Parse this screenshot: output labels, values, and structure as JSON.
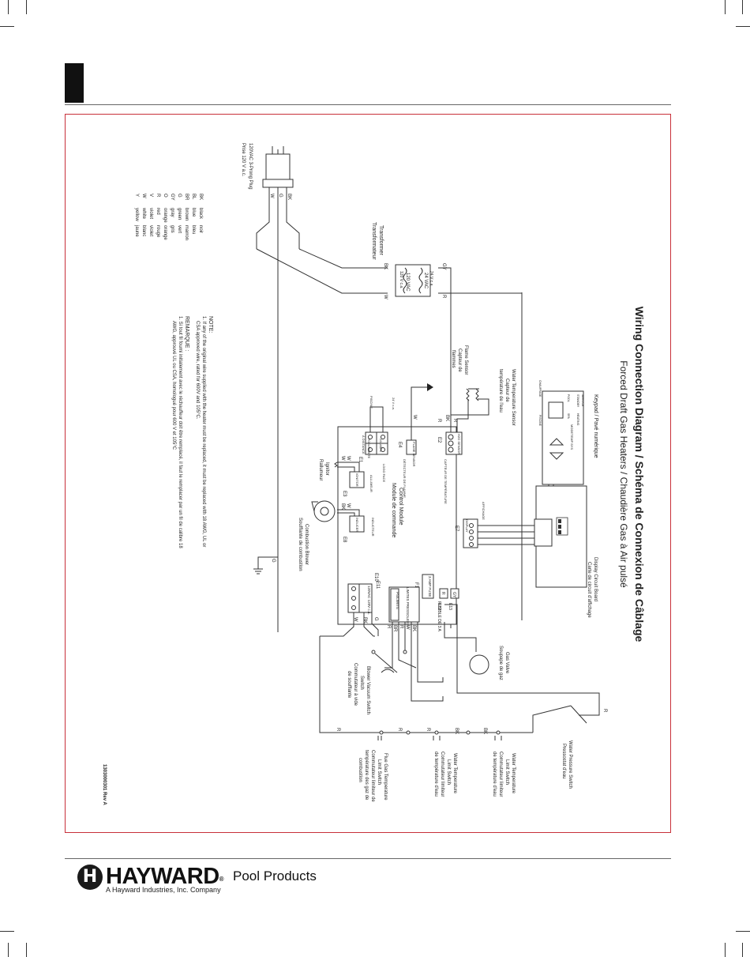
{
  "title": "Wiring Connection Diagram / Schéma de Connexion de Câblage",
  "subtitle": "Forced Draft Gas Heaters / Chaudière Gas à Air pulsé",
  "plug": {
    "label": "120VAC 3-Prong Plug",
    "label_fr": "Prise 120 V a.c.",
    "pins": [
      "BK",
      "G",
      "W"
    ]
  },
  "transformer": {
    "label": "Transformer",
    "label_fr": "Transformateur",
    "secondary": "24 VAC",
    "secondary_fr": "24 V c.a.",
    "primary": "120 VAC",
    "primary_fr": "120 V c.a.",
    "top_wires": [
      "GY",
      "R"
    ],
    "bottom_wires": [
      "BK",
      "W"
    ]
  },
  "color_legend": [
    {
      "code": "BK",
      "en": "black",
      "fr": "noir"
    },
    {
      "code": "BL",
      "en": "blue",
      "fr": "bleu"
    },
    {
      "code": "BR",
      "en": "brown",
      "fr": "marron"
    },
    {
      "code": "G",
      "en": "green",
      "fr": "vert"
    },
    {
      "code": "GY",
      "en": "gray",
      "fr": "gris"
    },
    {
      "code": "O",
      "en": "orange",
      "fr": "orange"
    },
    {
      "code": "R",
      "en": "red",
      "fr": "rouge"
    },
    {
      "code": "V",
      "en": "violet",
      "fr": "violet"
    },
    {
      "code": "W",
      "en": "white",
      "fr": "blanc"
    },
    {
      "code": "Y",
      "en": "yellow",
      "fr": "jaune"
    }
  ],
  "note": {
    "heading": "NOTE:",
    "line1": "1. If any of the original wire supplied with the heater must be replaced, it must be replaced with 18 AWG, UL or",
    "line2": "CSA approved wire, rated for 600V and 105°C.",
    "heading_fr": "REMARQUE :",
    "line1_fr": "1. Si tout fil fourni initialement avec le réchauffeur doit être remplacé, il faut le remplacer par un fil de calibre 18",
    "line2_fr": "AWG, approuvé UL ou CSA, homologué pour 600 V et 105°C"
  },
  "keypad": {
    "label": "Keypad / Pavé numérique",
    "btn_mode": "MODE",
    "btn_temp": "TEMP",
    "btn_sys": "SYS",
    "standby": "STANDBY",
    "pool": "POOL",
    "spa": "SPA",
    "heating": "HEATING",
    "service": "SERVICE",
    "sub_fr": "CHAUFFAGE",
    "sub_fr2": "PISCINE"
  },
  "display_board": {
    "label": "Display Circuit Board",
    "label_fr": "Carte de circuit d'affichage",
    "connector": "DISPLAY",
    "connector_fr": "AFFICHAGE",
    "id": "E7"
  },
  "water_sensor": {
    "label": "Water Temperature Sensor",
    "label_fr1": "Capteur de",
    "label_fr2": "température de l'eau",
    "wires": [
      "R",
      "BK",
      "R"
    ],
    "connector": "H2O SENSOR",
    "connector_fr": "CAPTEUR DE TEMPÉRATURE",
    "id": "E2"
  },
  "flame_sensor": {
    "label": "Flame Sensor",
    "label_fr1": "Capteur de",
    "label_fr2": "flammes",
    "wire": "W",
    "connector": "FLAME SENSOR",
    "connector_fr": "DÉTECTEUR DE FLAMME",
    "id": "E4"
  },
  "power_connector": {
    "id": "E1",
    "cells": [
      "24V AC",
      "POOL",
      "SPA",
      "REMOTE"
    ],
    "side_label": "24 V c.a.",
    "side_fr": "PISCINE",
    "remote_fr": "À DISTANCE"
  },
  "igniter": {
    "label": "Ignitor",
    "label_fr": "Rallumeur",
    "connector": "IGNITOR",
    "connector_fr": "ALLUMEUR",
    "id": "E3",
    "wires": [
      "W",
      "W"
    ],
    "center": "LOGO FACE"
  },
  "inducer": {
    "label": "Combustion Blower",
    "label_fr": "Soufflante de combustion",
    "connector": "INDUCER",
    "connector_fr": "INDUCTEUR",
    "id": "E8",
    "wires": [
      "W",
      "BK"
    ]
  },
  "control_module": {
    "label": "Control Module",
    "label_fr": "Module de commande"
  },
  "fuse": {
    "label": "3 AMP FUSE",
    "id": "F1",
    "label_fr": "FUSIBLE DE 3 A"
  },
  "limits": {
    "label": "LIMITES PRESSOLEES",
    "bar": "PS/LIMITS",
    "id": "E11",
    "wires": [
      "R",
      "BR",
      "R",
      "W",
      "BK"
    ]
  },
  "power_block": {
    "label": "120VAC 120V c.a.",
    "id": "E10",
    "wires": [
      "W",
      "BK",
      "G"
    ]
  },
  "gas_connector": {
    "ids": [
      "E12",
      "E13"
    ],
    "wires": [
      "R",
      "GY"
    ]
  },
  "ground": "G",
  "gas_valve": {
    "label": "Gas Valve",
    "label_fr": "Soupape de gaz"
  },
  "blower_switch": {
    "label": "Blower Vacuum Switch",
    "label2": "Switch",
    "label_fr1": "Commutateur à vide",
    "label_fr2": "de soufflante"
  },
  "pressure_switch": {
    "label": "Water Pressure Switch",
    "label_fr": "Pressostat d'eau",
    "wire": "R"
  },
  "limit_switch_1": {
    "label1": "Water Temperature",
    "label2": "Limit Switch",
    "label_fr1": "Commutateur limiteur",
    "label_fr2": "de température d'eau"
  },
  "limit_switch_2": {
    "label1": "Water Temperature",
    "label2": "Limit Switch",
    "label_fr1": "Commutateur limiteur",
    "label_fr2": "de température d'eau"
  },
  "flue_switch": {
    "label1": "Flue Gas Temperature",
    "label2": "Limit Switch",
    "label_fr1": "Commutateur limiteur de",
    "label_fr2": "température des gaz de",
    "label_fr3": "combustion"
  },
  "chain_wires": [
    "R",
    "R",
    "R",
    "BK",
    "BK"
  ],
  "part_number": "1303000301 Rev A",
  "footer": {
    "brand": "HAYWARD",
    "reg": "®",
    "products": "Pool Products",
    "tagline": "A Hayward Industries, Inc. Company",
    "mark": "H"
  }
}
